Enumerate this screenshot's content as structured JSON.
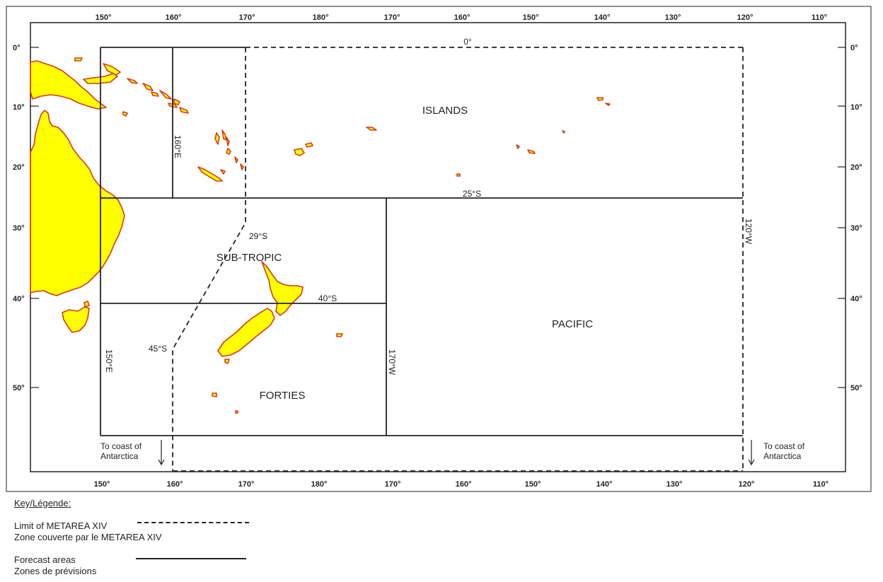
{
  "map": {
    "top_longitudes": [
      "150°",
      "160°",
      "170°",
      "180°",
      "170°",
      "160°",
      "150°",
      "140°",
      "130°",
      "120°",
      "110°"
    ],
    "bottom_longitudes": [
      "150°",
      "160°",
      "170°",
      "180°",
      "170°",
      "160°",
      "150°",
      "140°",
      "130°",
      "120°",
      "110°"
    ],
    "left_latitudes": [
      "0°",
      "10°",
      "20°",
      "30°",
      "40°",
      "50°"
    ],
    "right_latitudes": [
      "0°",
      "10°",
      "20°",
      "30°",
      "40°",
      "50°"
    ],
    "zones": {
      "islands": "ISLANDS",
      "sub_tropic": "SUB-TROPIC",
      "pacific": "PACIFIC",
      "forties": "FORTIES"
    },
    "boundary_labels": {
      "equator": "0°",
      "lat_25s": "25°S",
      "lat_29s": "29°S",
      "lat_40s": "40°S",
      "lat_45s": "45°S",
      "lon_160e": "160°E",
      "lon_150e": "150°E",
      "lon_170w": "170°W",
      "lon_120w": "120°W"
    },
    "antarctica_left": [
      "To coast of",
      "Antarctica"
    ],
    "antarctica_right": [
      "To coast of",
      "Antarctica"
    ],
    "colors": {
      "land": "#ffff00",
      "coast": "#d43a1a",
      "line": "#222222"
    }
  },
  "legend": {
    "title": "Key/Légende:",
    "metarea_en": "Limit of METAREA XIV",
    "metarea_fr": "Zone couverte par le METAREA XIV",
    "forecast_en": "Forecast areas",
    "forecast_fr": "Zones de prévisions"
  }
}
